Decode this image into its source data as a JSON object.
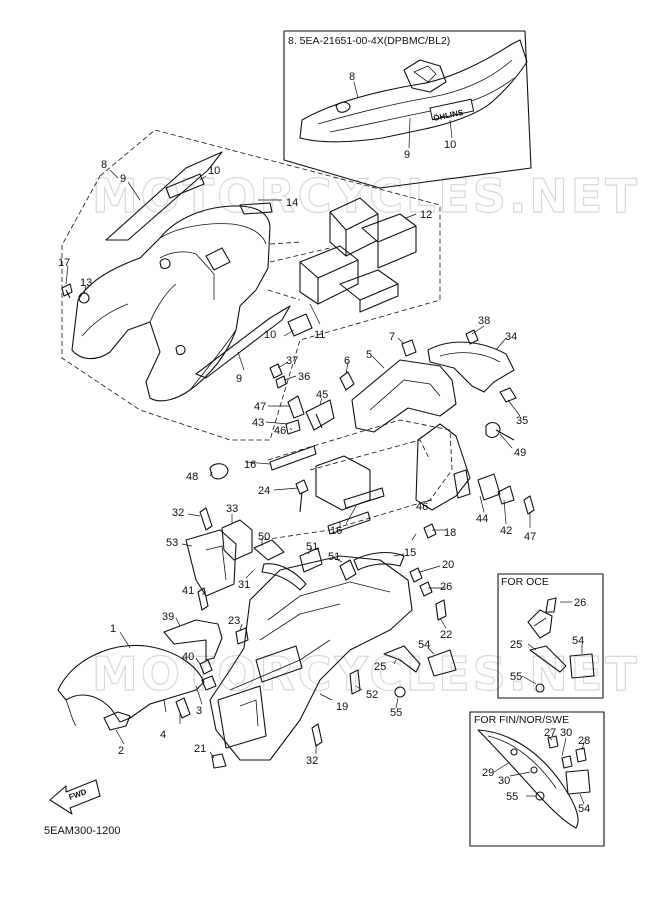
{
  "watermark": "MOTORCYCLES.NET",
  "inset_top": {
    "title": "8. 5EA-21651-00-4X(DPBMC/BL2)",
    "decal_text": "ÖHLINS",
    "callouts": [
      "8",
      "9",
      "10"
    ]
  },
  "inset_oce": {
    "title": "FOR OCE",
    "callouts": [
      "26",
      "25",
      "54",
      "55"
    ]
  },
  "inset_fin": {
    "title": "FOR FIN/NOR/SWE",
    "callouts": [
      "27",
      "30",
      "28",
      "29",
      "30",
      "55",
      "54"
    ]
  },
  "fwd_label": "FWD",
  "diagram_code": "5EAM300-1200",
  "callouts": [
    "8",
    "9",
    "10",
    "14",
    "12",
    "17",
    "13",
    "11",
    "10",
    "9",
    "7",
    "38",
    "34",
    "37",
    "6",
    "5",
    "36",
    "47",
    "43",
    "46",
    "45",
    "35",
    "49",
    "48",
    "16",
    "24",
    "46",
    "44",
    "42",
    "47",
    "32",
    "33",
    "53",
    "50",
    "16",
    "18",
    "51",
    "31",
    "51",
    "15",
    "20",
    "26",
    "41",
    "39",
    "23",
    "22",
    "40",
    "54",
    "25",
    "52",
    "55",
    "1",
    "3",
    "4",
    "19",
    "2",
    "21",
    "32"
  ]
}
